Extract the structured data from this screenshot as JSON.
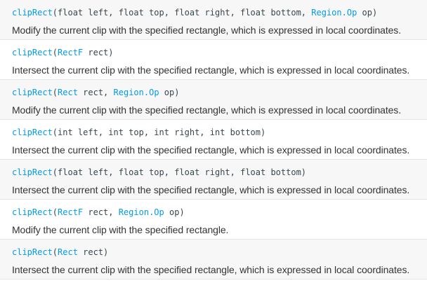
{
  "methods": [
    {
      "name": "clipRect",
      "signature": [
        {
          "text": "clipRect",
          "link": true
        },
        {
          "text": "(float left, float top, float right, float bottom, ",
          "link": false
        },
        {
          "text": "Region.Op",
          "link": true
        },
        {
          "text": " op)",
          "link": false
        }
      ],
      "description": "Modify the current clip with the specified rectangle, which is expressed in local coordinates."
    },
    {
      "name": "clipRect",
      "signature": [
        {
          "text": "clipRect",
          "link": true
        },
        {
          "text": "(",
          "link": false
        },
        {
          "text": "RectF",
          "link": true
        },
        {
          "text": " rect)",
          "link": false
        }
      ],
      "description": "Intersect the current clip with the specified rectangle, which is expressed in local coordinates."
    },
    {
      "name": "clipRect",
      "signature": [
        {
          "text": "clipRect",
          "link": true
        },
        {
          "text": "(",
          "link": false
        },
        {
          "text": "Rect",
          "link": true
        },
        {
          "text": " rect, ",
          "link": false
        },
        {
          "text": "Region.Op",
          "link": true
        },
        {
          "text": " op)",
          "link": false
        }
      ],
      "description": "Modify the current clip with the specified rectangle, which is expressed in local coordinates."
    },
    {
      "name": "clipRect",
      "signature": [
        {
          "text": "clipRect",
          "link": true
        },
        {
          "text": "(int left, int top, int right, int bottom)",
          "link": false
        }
      ],
      "description": "Intersect the current clip with the specified rectangle, which is expressed in local coordinates."
    },
    {
      "name": "clipRect",
      "signature": [
        {
          "text": "clipRect",
          "link": true
        },
        {
          "text": "(float left, float top, float right, float bottom)",
          "link": false
        }
      ],
      "description": "Intersect the current clip with the specified rectangle, which is expressed in local coordinates."
    },
    {
      "name": "clipRect",
      "signature": [
        {
          "text": "clipRect",
          "link": true
        },
        {
          "text": "(",
          "link": false
        },
        {
          "text": "RectF",
          "link": true
        },
        {
          "text": " rect, ",
          "link": false
        },
        {
          "text": "Region.Op",
          "link": true
        },
        {
          "text": " op)",
          "link": false
        }
      ],
      "description": "Modify the current clip with the specified rectangle."
    },
    {
      "name": "clipRect",
      "signature": [
        {
          "text": "clipRect",
          "link": true
        },
        {
          "text": "(",
          "link": false
        },
        {
          "text": "Rect",
          "link": true
        },
        {
          "text": " rect)",
          "link": false
        }
      ],
      "description": "Intersect the current clip with the specified rectangle, which is expressed in local coordinates."
    }
  ],
  "colors": {
    "link": "#039be5",
    "code_text": "#37474f",
    "description_text": "#333333",
    "row_alt_background": "#f7f7f7",
    "divider": "#e4e4e4"
  }
}
